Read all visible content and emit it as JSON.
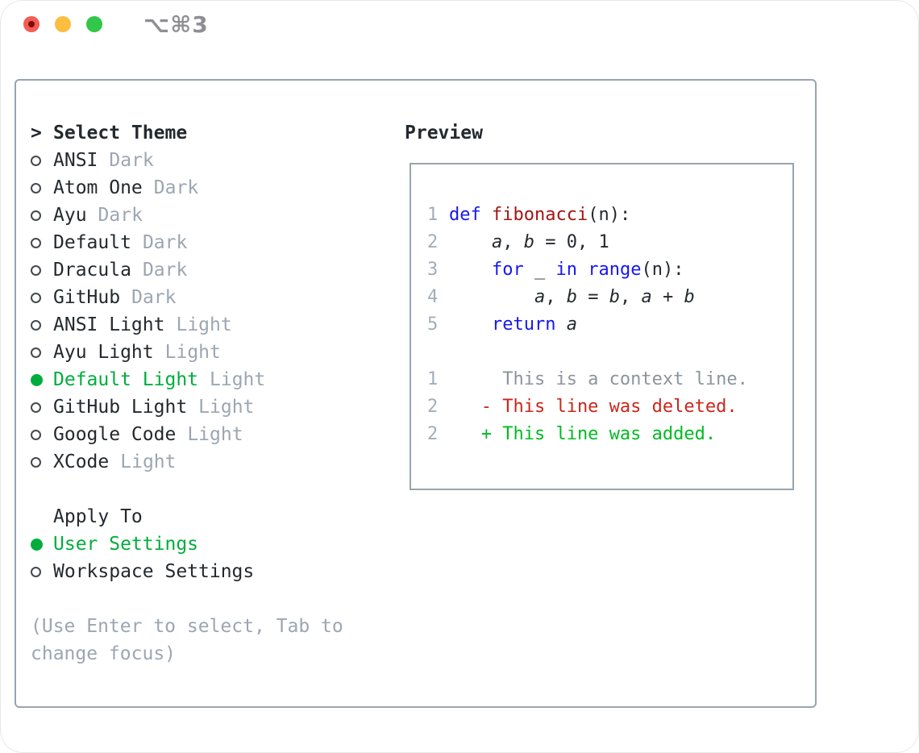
{
  "window": {
    "title": "⌥⌘3",
    "controls": [
      "close-button",
      "minimize-button",
      "zoom-button"
    ]
  },
  "colors": {
    "dark": "#24292e",
    "muted": "#9ca6b2",
    "border_gray": "#99a3ae",
    "lineno": "#a2adba",
    "context_gray": "#8d949c",
    "ui_green": "#00ad3c",
    "add_green": "#00bb22",
    "del_red": "#c9271c",
    "fn_red": "#a31515",
    "kw_blue": "#1717f0",
    "title_gray": "#8f8f93",
    "radio_outline": "#45494f",
    "traffic_red": "#f45c54",
    "traffic_red_dot": "#7b0e07",
    "traffic_yellow": "#fcbd40",
    "traffic_green": "#31c748"
  },
  "theme_list": {
    "header": {
      "prefix": ">",
      "label": "Select Theme"
    },
    "items": [
      {
        "name": "ANSI",
        "variant": "Dark",
        "selected": false
      },
      {
        "name": "Atom One",
        "variant": "Dark",
        "selected": false
      },
      {
        "name": "Ayu",
        "variant": "Dark",
        "selected": false
      },
      {
        "name": "Default",
        "variant": "Dark",
        "selected": false
      },
      {
        "name": "Dracula",
        "variant": "Dark",
        "selected": false
      },
      {
        "name": "GitHub",
        "variant": "Dark",
        "selected": false
      },
      {
        "name": "ANSI Light",
        "variant": "Light",
        "selected": false
      },
      {
        "name": "Ayu Light",
        "variant": "Light",
        "selected": false
      },
      {
        "name": "Default Light",
        "variant": "Light",
        "selected": true
      },
      {
        "name": "GitHub Light",
        "variant": "Light",
        "selected": false
      },
      {
        "name": "Google Code",
        "variant": "Light",
        "selected": false
      },
      {
        "name": "XCode",
        "variant": "Light",
        "selected": false
      }
    ]
  },
  "apply_to": {
    "header": "Apply To",
    "items": [
      {
        "label": "User Settings",
        "selected": true
      },
      {
        "label": "Workspace Settings",
        "selected": false
      }
    ]
  },
  "hint": {
    "line1": "(Use Enter to select, Tab to",
    "line2": "change focus)"
  },
  "preview": {
    "title": "Preview",
    "code_lines": [
      {
        "no": "1",
        "segments": [
          {
            "text": "def",
            "style": "kw"
          },
          {
            "text": " ",
            "style": "plain"
          },
          {
            "text": "fibonacci",
            "style": "fn"
          },
          {
            "text": "(n):",
            "style": "plain"
          }
        ]
      },
      {
        "no": "2",
        "segments": [
          {
            "text": "    ",
            "style": "plain"
          },
          {
            "text": "a",
            "style": "var"
          },
          {
            "text": ", ",
            "style": "plain"
          },
          {
            "text": "b",
            "style": "var"
          },
          {
            "text": " = 0, 1",
            "style": "plain"
          }
        ]
      },
      {
        "no": "3",
        "segments": [
          {
            "text": "    ",
            "style": "plain"
          },
          {
            "text": "for",
            "style": "kw"
          },
          {
            "text": " _ ",
            "style": "plain"
          },
          {
            "text": "in",
            "style": "kw"
          },
          {
            "text": " ",
            "style": "plain"
          },
          {
            "text": "range",
            "style": "kw"
          },
          {
            "text": "(n):",
            "style": "plain"
          }
        ]
      },
      {
        "no": "4",
        "segments": [
          {
            "text": "        ",
            "style": "plain"
          },
          {
            "text": "a",
            "style": "var"
          },
          {
            "text": ", ",
            "style": "plain"
          },
          {
            "text": "b",
            "style": "var"
          },
          {
            "text": " = ",
            "style": "plain"
          },
          {
            "text": "b",
            "style": "var"
          },
          {
            "text": ", ",
            "style": "plain"
          },
          {
            "text": "a",
            "style": "var"
          },
          {
            "text": " + ",
            "style": "plain"
          },
          {
            "text": "b",
            "style": "var"
          }
        ]
      },
      {
        "no": "5",
        "segments": [
          {
            "text": "    ",
            "style": "plain"
          },
          {
            "text": "return",
            "style": "kw"
          },
          {
            "text": " ",
            "style": "plain"
          },
          {
            "text": "a",
            "style": "var"
          }
        ]
      }
    ],
    "diff_lines": [
      {
        "no": "1",
        "text": "     This is a context line.",
        "style": "context"
      },
      {
        "no": "2",
        "text": "   - This line was deleted.",
        "style": "del"
      },
      {
        "no": "2",
        "text": "   + This line was added.",
        "style": "add"
      }
    ]
  }
}
